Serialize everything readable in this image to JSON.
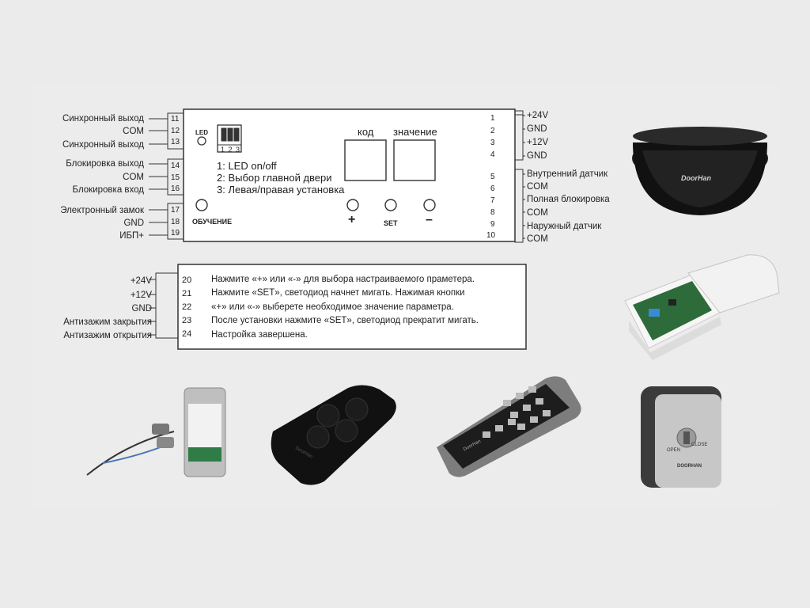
{
  "left_terminals": [
    {
      "label": "Синхронный выход",
      "pin": "11"
    },
    {
      "label": "COM",
      "pin": "12"
    },
    {
      "label": "Синхронный выход",
      "pin": "13"
    },
    {
      "label": "Блокировка выход",
      "pin": "14"
    },
    {
      "label": "COM",
      "pin": "15"
    },
    {
      "label": "Блокировка вход",
      "pin": "16"
    },
    {
      "label": "Электронный замок",
      "pin": "17"
    },
    {
      "label": "GND",
      "pin": "18"
    },
    {
      "label": "ИБП+",
      "pin": "19"
    }
  ],
  "right_terminals": [
    {
      "label": "+24V",
      "pin": "1"
    },
    {
      "label": "GND",
      "pin": "2"
    },
    {
      "label": "+12V",
      "pin": "3"
    },
    {
      "label": "GND",
      "pin": "4"
    },
    {
      "label": "Внутренний датчик",
      "pin": "5"
    },
    {
      "label": "COM",
      "pin": "6"
    },
    {
      "label": "Полная блокировка",
      "pin": "7"
    },
    {
      "label": "COM",
      "pin": "8"
    },
    {
      "label": "Наружный датчик",
      "pin": "9"
    },
    {
      "label": "COM",
      "pin": "10"
    }
  ],
  "controller": {
    "led_label": "LED",
    "dip_numbers": "1 2 3",
    "dip_desc": [
      "1: LED on/off",
      "2: Выбор главной двери",
      "3: Левая/правая установка"
    ],
    "learn_label": "ОБУЧЕНИЕ",
    "code_label": "код",
    "value_label": "значение",
    "plus": "+",
    "set": "SET",
    "minus": "–"
  },
  "lower_terminals": [
    {
      "label": "+24V",
      "pin": "20"
    },
    {
      "label": "+12V",
      "pin": "21"
    },
    {
      "label": "GND",
      "pin": "22"
    },
    {
      "label": "Антизажим закрытия",
      "pin": "23"
    },
    {
      "label": "Антизажим открытия",
      "pin": "24"
    }
  ],
  "instructions": [
    "Нажмите «+» или «-» для выбора настраиваемого праметера.",
    "Нажмите «SET», светодиод начнет мигать. Нажимая кнопки",
    "«+» или «-» выберете необходимое значение параметра.",
    "После установки  нажмите «SET», светодиод прекратит мигать.",
    "Настройка завершена."
  ],
  "devices": {
    "sensor_brand": "DoorHan",
    "key_switch_open": "OPEN",
    "key_switch_close": "CLOSE",
    "key_switch_brand": "DOORHAN",
    "keypad_brand": "DoorHan",
    "remote_brand": "DoorHan"
  }
}
